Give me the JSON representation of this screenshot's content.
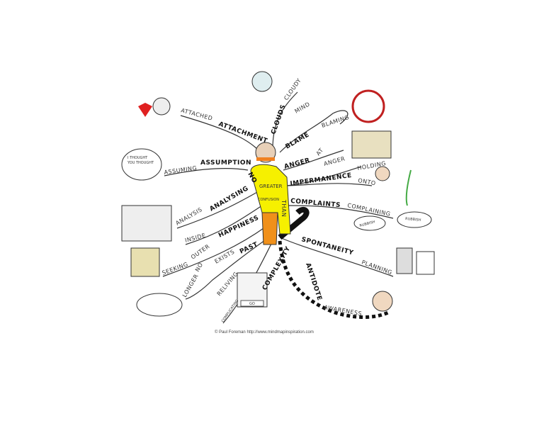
{
  "center": {
    "no": "NO",
    "greater": "GREATER",
    "confusion": "CONFUSION",
    "than": "THAN"
  },
  "branches": {
    "attachment": {
      "main": "ATTACHMENT",
      "sub": [
        "ATTACHED"
      ]
    },
    "clouds": {
      "main": "CLOUDS",
      "sub": [
        "CLOUDY",
        "MIND"
      ]
    },
    "blame": {
      "main": "BLAME",
      "sub": [
        "BLAMING"
      ]
    },
    "anger": {
      "main": "ANGER",
      "sub": [
        "AT",
        "ANGER"
      ]
    },
    "impermanence": {
      "main": "IMPERMANENCE",
      "sub": [
        "HOLDING",
        "ONTO"
      ]
    },
    "complaints": {
      "main": "COMPLAINTS",
      "sub": [
        "COMPLAINING"
      ]
    },
    "assumption": {
      "main": "ASSUMPTION",
      "sub": [
        "ASSUMING"
      ]
    },
    "analysing": {
      "main": "ANALYSING",
      "sub": [
        "ANALYSIS"
      ]
    },
    "happiness": {
      "main": "HAPPINESS",
      "sub": [
        "INSIDE",
        "OUTER",
        "SEEKING"
      ]
    },
    "past": {
      "main": "PAST",
      "sub": [
        "EXISTS",
        "NO",
        "LONGER",
        "RELIVING"
      ]
    },
    "complexity": {
      "main": "COMPLEXITY",
      "sub": [
        "COMPLICATING"
      ]
    },
    "spontaneity": {
      "main": "SPONTANEITY",
      "sub": [
        "PLANNING"
      ]
    },
    "antidote": {
      "main": "ANTIDOTE",
      "sub": [
        "AWARENESS"
      ]
    }
  },
  "illustrations": {
    "thought_bubble": [
      "I THOUGHT",
      "YOU THOUGHT"
    ],
    "rubbish_left": "RUBBISH",
    "rubbish_right": "RUBBISH",
    "go_button": "GO"
  },
  "footer": "© Paul Foreman http://www.mindmapinspiration.com"
}
